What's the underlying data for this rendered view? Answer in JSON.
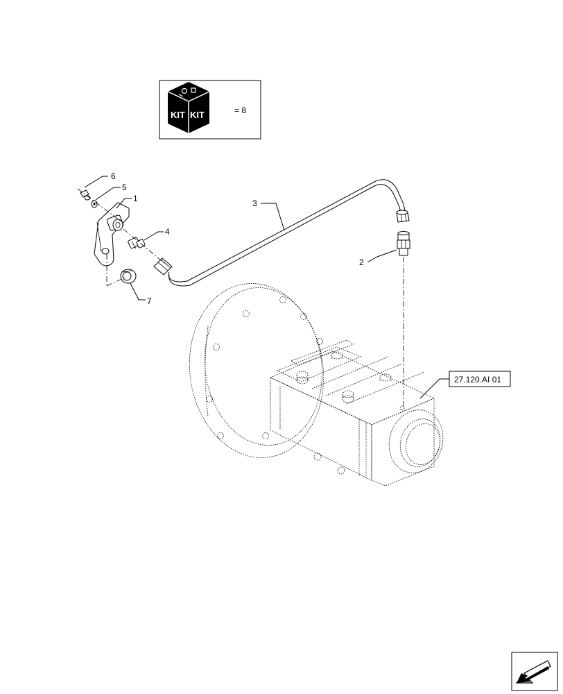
{
  "kit_box": {
    "kit_label_1": "KIT",
    "kit_label_2": "KIT",
    "equals_text": "= 8"
  },
  "callouts": [
    {
      "id": "callout-1",
      "label": "1"
    },
    {
      "id": "callout-2",
      "label": "2"
    },
    {
      "id": "callout-3",
      "label": "3"
    },
    {
      "id": "callout-4",
      "label": "4"
    },
    {
      "id": "callout-5",
      "label": "5"
    },
    {
      "id": "callout-6",
      "label": "6"
    },
    {
      "id": "callout-7",
      "label": "7"
    }
  ],
  "reference": {
    "label": "27.120.AI 01"
  },
  "nav_icon": "next-page-arrow-icon"
}
